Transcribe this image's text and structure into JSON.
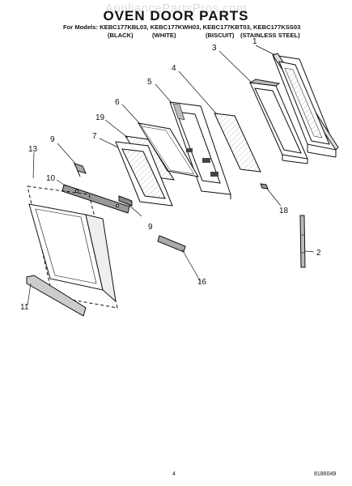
{
  "header": {
    "watermark": "AppliancePartsPros.com",
    "title": "OVEN DOOR PARTS",
    "models_line": "For Models: KEBC177KBL03, KEBC177KWH03, KEBC177KBT03, KEBC177KSS03",
    "finishes": [
      "(BLACK)",
      "(WHITE)",
      "(BISCUIT)",
      "(STAINLESS STEEL)"
    ]
  },
  "callouts": [
    "1",
    "3",
    "4",
    "5",
    "6",
    "19",
    "9",
    "7",
    "13",
    "10",
    "9",
    "18",
    "2",
    "16",
    "11"
  ],
  "footer": {
    "page_number": "4",
    "document_number": "8186049"
  }
}
